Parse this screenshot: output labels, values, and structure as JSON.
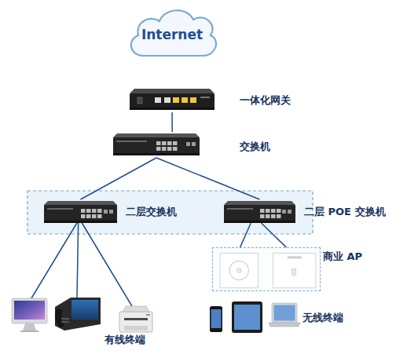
{
  "diagram": {
    "nodes": [
      {
        "text": [
          "Internet"
        ]
      },
      {
        "text": [
          "一体化网关"
        ]
      },
      {
        "text": [
          "交换机"
        ]
      },
      {
        "text": [
          "二层交换机"
        ]
      },
      {
        "text": [
          "二层 POE 交换机"
        ]
      },
      {
        "text": [
          "商业 AP"
        ]
      },
      {
        "text": [
          "有线终端"
        ]
      },
      {
        "text": [
          "无线终端"
        ]
      }
    ],
    "edges": [
      {
        "from": 1,
        "to": 2,
        "arrow": "none"
      },
      {
        "from": 2,
        "to": 3,
        "arrow": "none"
      },
      {
        "from": 2,
        "to": 4,
        "arrow": "none"
      },
      {
        "from": 3,
        "to": 6,
        "arrow": "none"
      },
      {
        "from": 4,
        "to": 5,
        "arrow": "none"
      }
    ]
  }
}
